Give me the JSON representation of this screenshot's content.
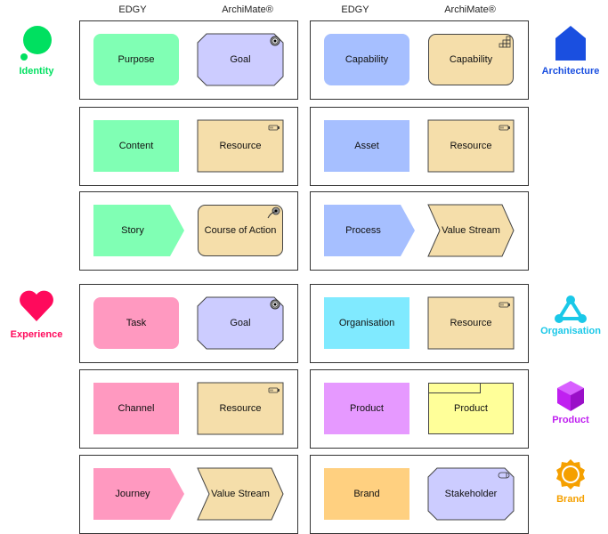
{
  "headers": [
    "EDGY",
    "ArchiMate®",
    "EDGY",
    "ArchiMate®"
  ],
  "colors": {
    "identity": "#00e060",
    "architecture": "#1a4fe0",
    "experience": "#ff0a5c",
    "organisation": "#1ac8e8",
    "product": "#c020f0",
    "brand": "#f5a000",
    "archi_motivation": "#ccccff",
    "archi_strategy": "#f5deaa",
    "archi_product": "#ffff99",
    "stroke": "#444444"
  },
  "dimensions": [
    {
      "label": "Identity",
      "icon": "identity-icon",
      "color": "#00e060"
    },
    {
      "label": "Architecture",
      "icon": "house-icon",
      "color": "#1a4fe0"
    },
    {
      "label": "Experience",
      "icon": "heart-icon",
      "color": "#ff0a5c"
    },
    {
      "label": "Organisation",
      "icon": "network-icon",
      "color": "#1ac8e8"
    },
    {
      "label": "Product",
      "icon": "cube-icon",
      "color": "#c020f0"
    },
    {
      "label": "Brand",
      "icon": "gear-icon",
      "color": "#f5a000"
    }
  ],
  "rows": [
    {
      "left": [
        {
          "label": "Purpose",
          "shape": "rounded",
          "fill": "#80ffb4"
        },
        {
          "label": "Goal",
          "shape": "octagon",
          "fill": "#ccccff",
          "icon": "goal-icon"
        }
      ],
      "right": [
        {
          "label": "Capability",
          "shape": "rounded",
          "fill": "#a6bfff"
        },
        {
          "label": "Capability",
          "shape": "archround",
          "fill": "#f5deaa",
          "icon": "capability-icon"
        }
      ]
    },
    {
      "left": [
        {
          "label": "Content",
          "shape": "rect",
          "fill": "#80ffb4"
        },
        {
          "label": "Resource",
          "shape": "rect",
          "fill": "#f5deaa",
          "icon": "resource-icon"
        }
      ],
      "right": [
        {
          "label": "Asset",
          "shape": "rect",
          "fill": "#a6bfff"
        },
        {
          "label": "Resource",
          "shape": "rect",
          "fill": "#f5deaa",
          "icon": "resource-icon"
        }
      ]
    },
    {
      "left": [
        {
          "label": "Story",
          "shape": "arrow",
          "fill": "#80ffb4"
        },
        {
          "label": "Course of Action",
          "shape": "archround",
          "fill": "#f5deaa",
          "icon": "course-of-action-icon"
        }
      ],
      "right": [
        {
          "label": "Process",
          "shape": "arrow",
          "fill": "#a6bfff"
        },
        {
          "label": "Value Stream",
          "shape": "valuestream",
          "fill": "#f5deaa"
        }
      ]
    },
    {
      "left": [
        {
          "label": "Task",
          "shape": "rounded",
          "fill": "#ff99c0"
        },
        {
          "label": "Goal",
          "shape": "octagon",
          "fill": "#ccccff",
          "icon": "goal-icon"
        }
      ],
      "right": [
        {
          "label": "Organisation",
          "shape": "rect",
          "fill": "#80eaff"
        },
        {
          "label": "Resource",
          "shape": "rect",
          "fill": "#f5deaa",
          "icon": "resource-icon"
        }
      ]
    },
    {
      "left": [
        {
          "label": "Channel",
          "shape": "rect",
          "fill": "#ff99c0"
        },
        {
          "label": "Resource",
          "shape": "rect",
          "fill": "#f5deaa",
          "icon": "resource-icon"
        }
      ],
      "right": [
        {
          "label": "Product",
          "shape": "rect",
          "fill": "#e699ff"
        },
        {
          "label": "Product",
          "shape": "product",
          "fill": "#ffff99"
        }
      ]
    },
    {
      "left": [
        {
          "label": "Journey",
          "shape": "arrow",
          "fill": "#ff99c0"
        },
        {
          "label": "Value Stream",
          "shape": "valuestream",
          "fill": "#f5deaa"
        }
      ],
      "right": [
        {
          "label": "Brand",
          "shape": "rect",
          "fill": "#ffd080"
        },
        {
          "label": "Stakeholder",
          "shape": "octagon",
          "fill": "#ccccff",
          "icon": "stakeholder-icon"
        }
      ]
    }
  ]
}
